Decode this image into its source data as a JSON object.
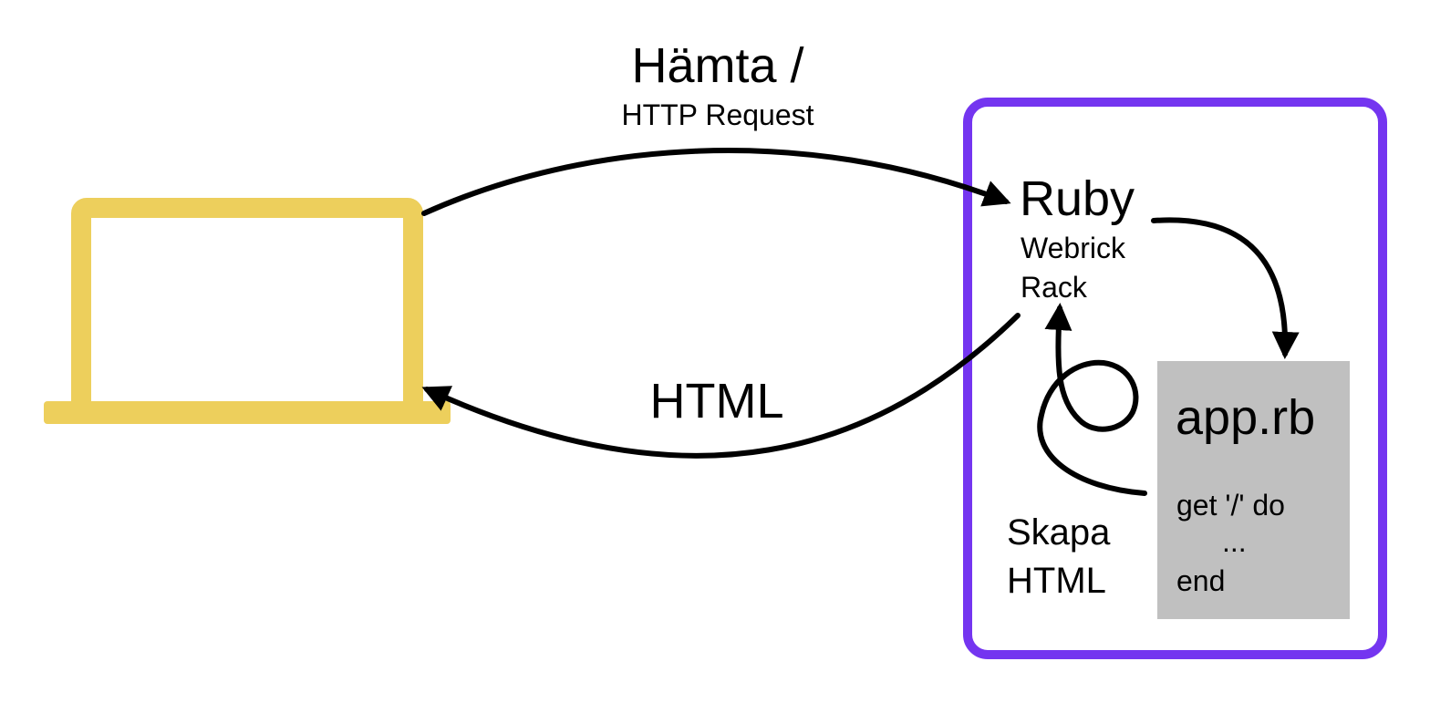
{
  "request": {
    "title": "Hämta /",
    "subtitle": "HTTP Request"
  },
  "response": {
    "label": "HTML"
  },
  "server": {
    "title": "Ruby",
    "line1": "Webrick",
    "line2": "Rack"
  },
  "render": {
    "line1": "Skapa",
    "line2": "HTML"
  },
  "app_file": {
    "name": "app.rb",
    "code_line1": "get '/' do",
    "code_line2": "...",
    "code_line3": "end"
  },
  "colors": {
    "laptop": "#EDCF5C",
    "server_border": "#7435F0",
    "app_box": "#C0C0C0",
    "arrows": "#000000",
    "background": "#FFFFFF"
  }
}
